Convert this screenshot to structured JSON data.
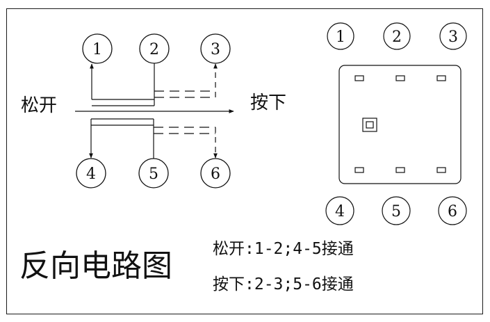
{
  "schematic": {
    "pins": [
      "1",
      "2",
      "3",
      "4",
      "5",
      "6"
    ],
    "released_label": "松开",
    "pressed_label": "按下"
  },
  "package": {
    "pins": [
      "1",
      "2",
      "3",
      "4",
      "5",
      "6"
    ]
  },
  "caption": {
    "title": "反向电路图",
    "released_rule": "松开:1-2;4-5接通",
    "pressed_rule": "按下:2-3;5-6接通"
  }
}
